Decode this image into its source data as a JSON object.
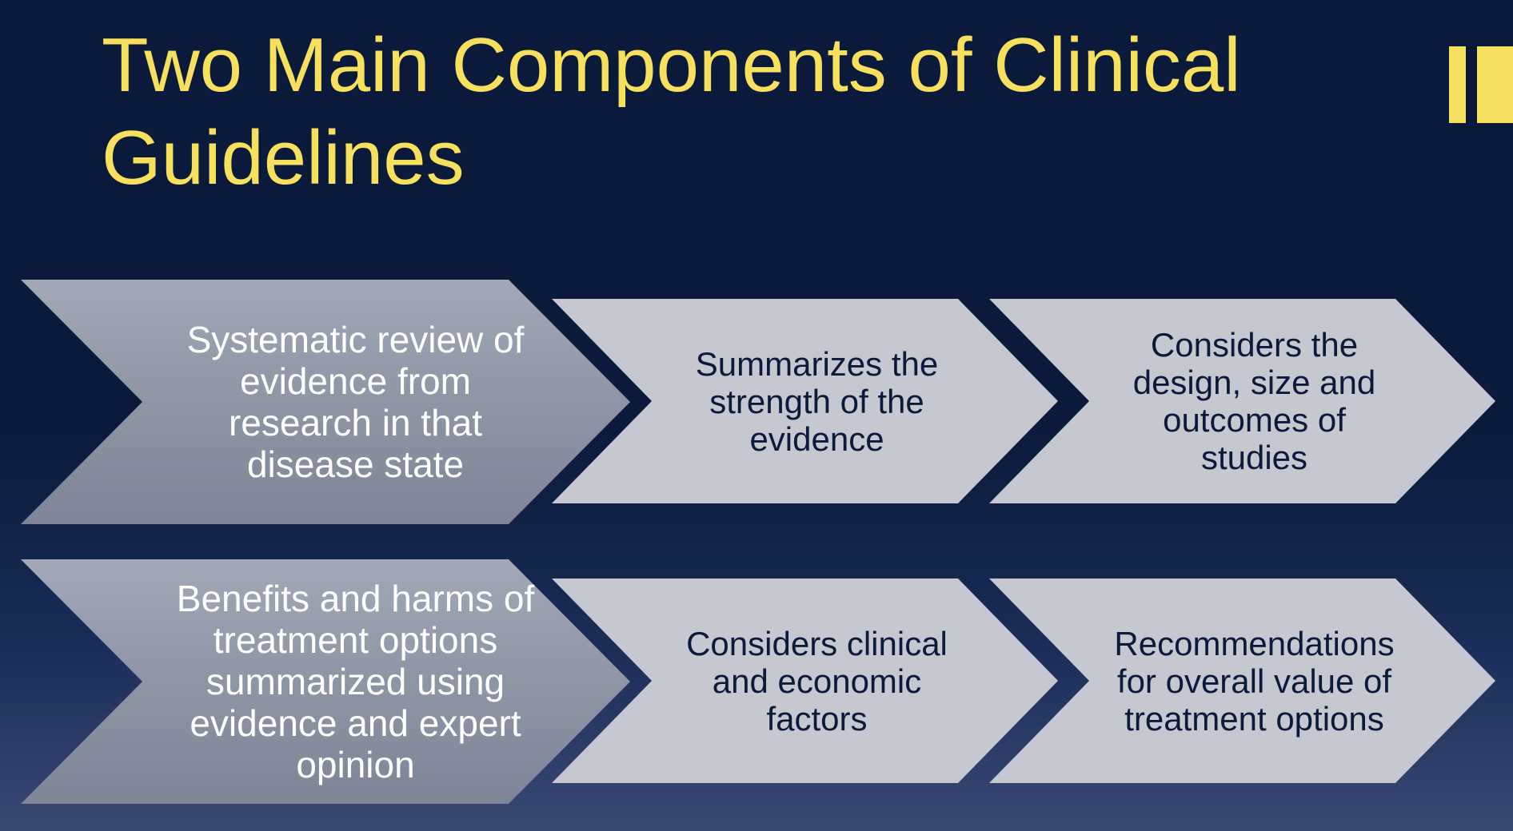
{
  "slide": {
    "title": "Two Main Components of Clinical Guidelines"
  },
  "rows": [
    {
      "main": "Systematic review of evidence from research in that disease state",
      "steps": [
        "Summarizes the strength of the evidence",
        "Considers the design, size and outcomes of studies"
      ]
    },
    {
      "main": "Benefits and harms of treatment options summarized using evidence and expert opinion",
      "steps": [
        "Considers clinical and economic factors",
        "Recommendations for overall value of treatment options"
      ]
    }
  ],
  "colors": {
    "background": "#0b1a3a",
    "title": "#f6e05e",
    "main_chevron": "#8e96a6",
    "sub_chevron": "#c6c8d1"
  }
}
